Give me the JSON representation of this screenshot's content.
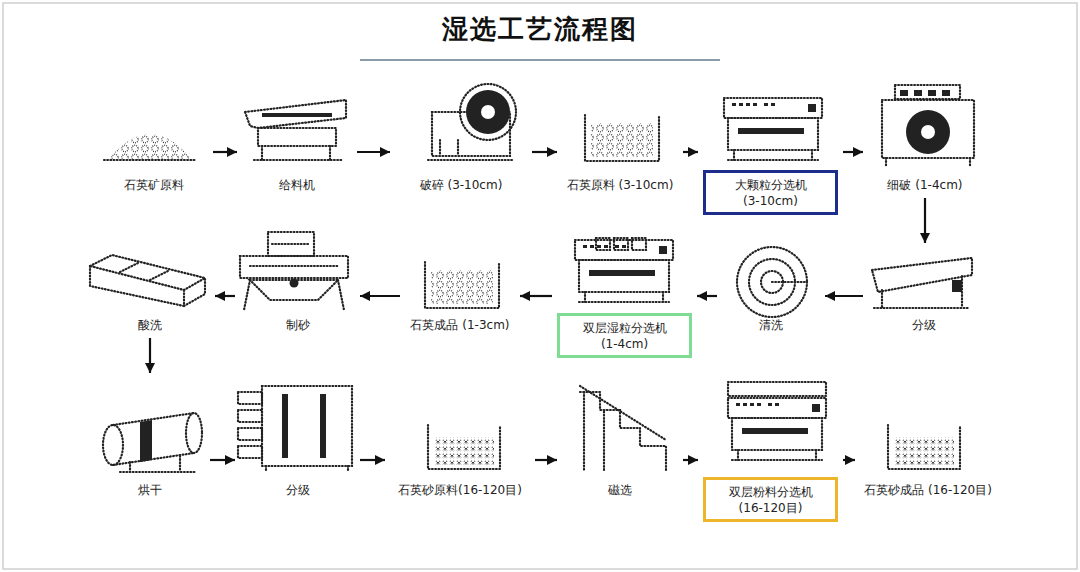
{
  "diagram": {
    "title": "湿选工艺流程图",
    "nodes": [
      {
        "text": [
          "石英矿原料"
        ]
      },
      {
        "text": [
          "给料机"
        ]
      },
      {
        "text": [
          "破碎 (3-10cm)"
        ]
      },
      {
        "text": [
          "石英原料 (3-10cm)"
        ]
      },
      {
        "text": [
          "大颗粒分选机 (3-10cm)"
        ]
      },
      {
        "text": [
          "细破 (1-4cm)"
        ]
      },
      {
        "text": [
          "分级"
        ]
      },
      {
        "text": [
          "清洗"
        ]
      },
      {
        "text": [
          "双层湿粒分选机 (1-4cm)"
        ]
      },
      {
        "text": [
          "石英成品 (1-3cm)"
        ]
      },
      {
        "text": [
          "制砂"
        ]
      },
      {
        "text": [
          "酸洗"
        ]
      },
      {
        "text": [
          "烘干"
        ]
      },
      {
        "text": [
          "分级"
        ]
      },
      {
        "text": [
          "石英砂原料(16-120目)"
        ]
      },
      {
        "text": [
          "磁选"
        ]
      },
      {
        "text": [
          "双层粉料分选机 (16-120目)"
        ]
      },
      {
        "text": [
          "石英砂成品 (16-120目)"
        ]
      }
    ],
    "edges": [
      {
        "from": 0,
        "to": 1,
        "arrow": "to"
      },
      {
        "from": 1,
        "to": 2,
        "arrow": "to"
      },
      {
        "from": 2,
        "to": 3,
        "arrow": "to"
      },
      {
        "from": 3,
        "to": 4,
        "arrow": "to"
      },
      {
        "from": 4,
        "to": 5,
        "arrow": "to"
      },
      {
        "from": 5,
        "to": 6,
        "arrow": "to"
      },
      {
        "from": 6,
        "to": 7,
        "arrow": "to"
      },
      {
        "from": 7,
        "to": 8,
        "arrow": "to"
      },
      {
        "from": 8,
        "to": 9,
        "arrow": "to"
      },
      {
        "from": 9,
        "to": 10,
        "arrow": "to"
      },
      {
        "from": 10,
        "to": 11,
        "arrow": "to"
      },
      {
        "from": 11,
        "to": 12,
        "arrow": "to"
      },
      {
        "from": 12,
        "to": 13,
        "arrow": "to"
      },
      {
        "from": 13,
        "to": 14,
        "arrow": "to"
      },
      {
        "from": 14,
        "to": 15,
        "arrow": "to"
      },
      {
        "from": 15,
        "to": 16,
        "arrow": "to"
      },
      {
        "from": 16,
        "to": 17,
        "arrow": "to"
      }
    ]
  }
}
